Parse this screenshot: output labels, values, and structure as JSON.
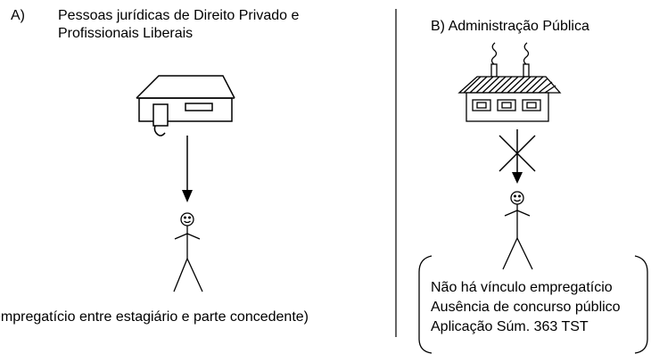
{
  "panel_a": {
    "letter": "A)",
    "title_lines": [
      "Pessoas jurídicas de Direito Privado e",
      "Profissionais Liberais"
    ],
    "caption": "empregatício entre estagiário e parte concedente)"
  },
  "panel_b": {
    "title": "B) Administração Pública",
    "notes": [
      "Não há vínculo empregatício",
      "Ausência de concurso público",
      "Aplicação Súm. 363 TST"
    ]
  },
  "icons": {
    "panel_a_building": "house-icon",
    "panel_a_person": "stick-figure-icon",
    "panel_b_building": "public-building-icon",
    "panel_b_person": "stick-figure-icon",
    "blocked": "x-cross-icon"
  }
}
